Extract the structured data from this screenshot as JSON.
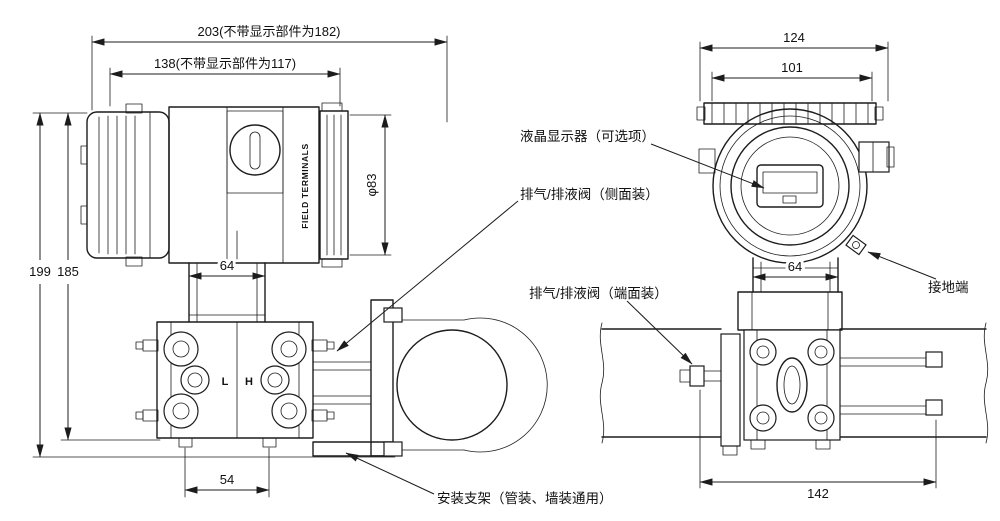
{
  "front_view": {
    "dim_total_width": "203(不带显示部件为182)",
    "dim_body_width": "138(不带显示部件为117)",
    "dim_diameter": "φ83",
    "dim_height_total": "199",
    "dim_height_body": "185",
    "dim_neck_width": "64",
    "dim_port_spacing": "54",
    "field_terminals": "FIELD TERMINALS",
    "port_l": "L",
    "port_h": "H"
  },
  "side_view": {
    "dim_cover_width": "124",
    "dim_housing_width": "101",
    "dim_neck_width": "64",
    "dim_bracket_width": "142"
  },
  "callouts": {
    "lcd_display": "液晶显示器（可选项）",
    "vent_valve_side": "排气/排液阀（侧面装）",
    "vent_valve_end": "排气/排液阀（端面装）",
    "ground_terminal": "接地端",
    "mounting_bracket": "安装支架（管装、墙装通用）"
  }
}
